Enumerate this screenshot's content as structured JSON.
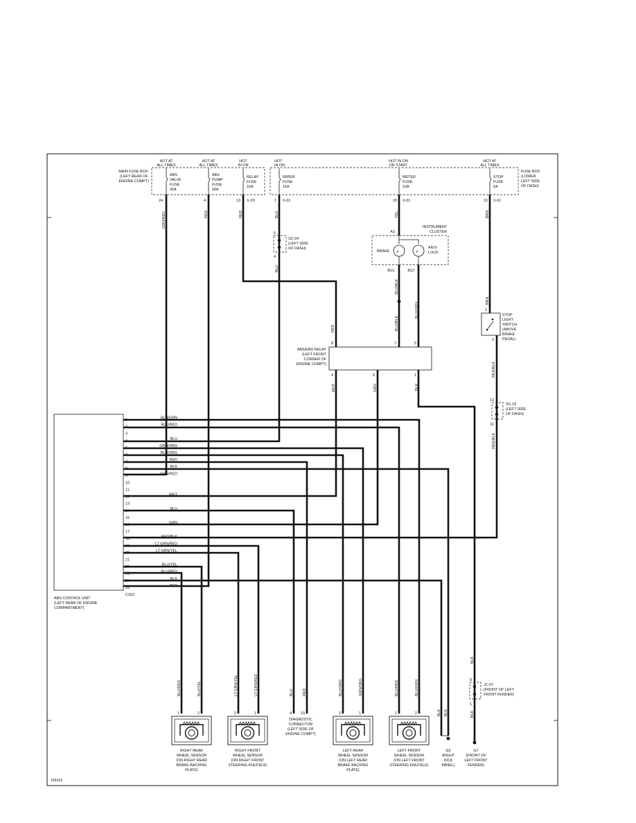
{
  "fig_id": "I59162",
  "fuse_boxes": {
    "main": {
      "label": [
        "MAIN FUSE BOX",
        "(LEFT REAR OF",
        "ENGINE COMPT)"
      ]
    },
    "dash": {
      "label": [
        "FUSE BOX",
        "(LOWER",
        "LEFT SIDE",
        "OF DASH)"
      ]
    }
  },
  "fuses": [
    {
      "hot": [
        "HOT AT",
        "ALL TIMES"
      ],
      "name": [
        "ABS",
        "VALVE",
        "FUSE",
        "30A"
      ],
      "pin": "24",
      "wire": "GRN/RED"
    },
    {
      "hot": [
        "HOT AT",
        "ALL TIMES"
      ],
      "name": [
        "ABS",
        "PUMP",
        "FUSE",
        "30A"
      ],
      "pin": "4",
      "wire": "RED"
    },
    {
      "hot": [
        "HOT",
        "IN ON"
      ],
      "name": [
        "RELAY",
        "FUSE",
        "15A"
      ],
      "pin": "13",
      "conn": "X-3S",
      "wire": "RED"
    },
    {
      "hot": [
        "HOT",
        "IN ON"
      ],
      "name": [
        "WIPER",
        "FUSE",
        "15A"
      ],
      "pin": "1",
      "conn": "X-01",
      "wire": "BLU"
    },
    {
      "hot": [
        "HOT IN ON",
        "OR START"
      ],
      "name": [
        "METER",
        "FUSE",
        "10A"
      ],
      "pin": "20",
      "conn": "X-01",
      "wire": "YEL"
    },
    {
      "hot": [
        "HOT AT",
        "ALL TIMES"
      ],
      "name": [
        "STOP",
        "FUSE",
        "5A"
      ],
      "pin": "15",
      "conn": "X-01",
      "wire": "BRN"
    }
  ],
  "splices": {
    "sc04": {
      "label": [
        "SC-04",
        "(LEFT SIDE",
        "OF DASH)"
      ],
      "pin_top": "5",
      "pin_bottom": "4",
      "wire_out": "BLU"
    },
    "sc03": {
      "label": [
        "SC-03",
        "(LEFT SIDE",
        "OF DASH)"
      ],
      "pin_top": "13",
      "pin_bottom": "11",
      "wire_in": "RED/BLK",
      "wire_out": "RED/BLK"
    },
    "jc07": {
      "label": [
        "JC-07",
        "(FRONT OF LEFT",
        "FRONT FENDER)"
      ],
      "pin_top": "8",
      "pin_bottom": "1",
      "wire_in": "BLK",
      "wire_out": "BLK"
    }
  },
  "cluster": {
    "label": [
      "INSTRUMENT",
      "CLUSTER"
    ],
    "pin_in": "A3",
    "brake": "BRAKE",
    "antilock": [
      "ANTI-",
      "LOCK"
    ],
    "pin_b13": "B13",
    "pin_b12": "B12",
    "wire_b13": "BLU/BLK",
    "wire_b13b": "BLU/BLK",
    "wire_b12": "BLU/GRN"
  },
  "stop_switch": {
    "label": [
      "STOP",
      "LIGHT",
      "SWITCH",
      "(ABOVE",
      "BRAKE",
      "PEDAL)"
    ],
    "pin_top": "1",
    "pin_bottom": "2",
    "wire_in": "BRN",
    "wire_out": "RED/BLK"
  },
  "relay": {
    "label": [
      "ABS/EBD RELAY",
      "(LEFT FRONT",
      "CORNER OF",
      "ENGINE COMPT)"
    ],
    "pins_top": [
      "8",
      "7",
      "5"
    ],
    "wires_top": [
      "RED",
      "BLU/BLK",
      "BLU/GRN"
    ],
    "pins_bottom": [
      "4",
      "9",
      "1"
    ],
    "wires_bottom": [
      "WHT",
      "GRN",
      "BLK"
    ]
  },
  "ecu": {
    "label": [
      "ABS CONTROL UNIT",
      "(LEFT REAR OF ENGINE",
      "COMPARTMENT)"
    ],
    "connector": "C263",
    "pins": [
      {
        "n": "1",
        "w": "BLU/GRN"
      },
      {
        "n": "2",
        "w": "BLU/RED"
      },
      {
        "n": "3",
        "w": ""
      },
      {
        "n": "4",
        "w": "BLU"
      },
      {
        "n": "5",
        "w": "GRN/ORG"
      },
      {
        "n": "6",
        "w": "BLU/ORG"
      },
      {
        "n": "7",
        "w": "RED"
      },
      {
        "n": "8",
        "w": "BLK"
      },
      {
        "n": "9",
        "w": "GRN/RED"
      },
      {
        "n": "10",
        "w": ""
      },
      {
        "n": "11",
        "w": ""
      },
      {
        "n": "12",
        "w": "WHT"
      },
      {
        "n": "13",
        "w": ""
      },
      {
        "n": "14",
        "w": "BLU"
      },
      {
        "n": "15",
        "w": ""
      },
      {
        "n": "16",
        "w": "GRN"
      },
      {
        "n": "17",
        "w": ""
      },
      {
        "n": "18",
        "w": "RED/BLK"
      },
      {
        "n": "19",
        "w": "LT GRN/RED"
      },
      {
        "n": "20",
        "w": "LT GRN/YEL"
      },
      {
        "n": "21",
        "w": ""
      },
      {
        "n": "22",
        "w": "BLU/YEL"
      },
      {
        "n": "23",
        "w": "BLU/RED"
      },
      {
        "n": "24",
        "w": "BLK"
      },
      {
        "n": "25",
        "w": "RED"
      }
    ]
  },
  "sensors": [
    {
      "label": [
        "RIGHT REAR",
        "WHEEL SENSOR",
        "(ON RIGHT REAR",
        "BRAKE BACKING",
        "PLATE)"
      ],
      "wires": [
        "BLU/RED",
        "BLU/YEL"
      ],
      "pins": [
        "1",
        "2"
      ]
    },
    {
      "label": [
        "RIGHT FRONT",
        "WHEEL SENSOR",
        "(ON RIGHT FRONT",
        "STEERING KNUCKLE)"
      ],
      "wires": [
        "LT GRN/YEL",
        "LT GRN/RED"
      ],
      "pins": [
        "2",
        "1"
      ]
    },
    {
      "label": [
        "LEFT REAR",
        "WHEEL SENSOR",
        "(ON LEFT REAR",
        "BRAKE BACKING",
        "PLATE)"
      ],
      "wires": [
        "BLU/ORG",
        "GRN/ORG"
      ],
      "pins": [
        "2",
        "1"
      ]
    },
    {
      "label": [
        "LEFT FRONT",
        "WHEEL SENSOR",
        "(ON LEFT FRONT",
        "STEERING KNUCKLE)"
      ],
      "wires": [
        "BLU/RED",
        "BLU/GRN"
      ],
      "pins": [
        "1",
        "2"
      ]
    }
  ],
  "diag": {
    "label": [
      "DIAGNOSTIC",
      "CONNECTOR",
      "(LEFT SIDE OF",
      "ENGINE COMPT)"
    ],
    "wires": [
      "BLU",
      "RED"
    ],
    "pins": [
      "4",
      "10"
    ]
  },
  "grounds": {
    "g2": {
      "label": [
        "G2",
        "(RIGHT",
        "KICK",
        "PANEL)"
      ],
      "wires": [
        "BLK",
        "BLK"
      ]
    },
    "g7": {
      "label": [
        "G7",
        "(FRONT OF",
        "LEFT FRONT",
        "FENDER)"
      ]
    }
  }
}
